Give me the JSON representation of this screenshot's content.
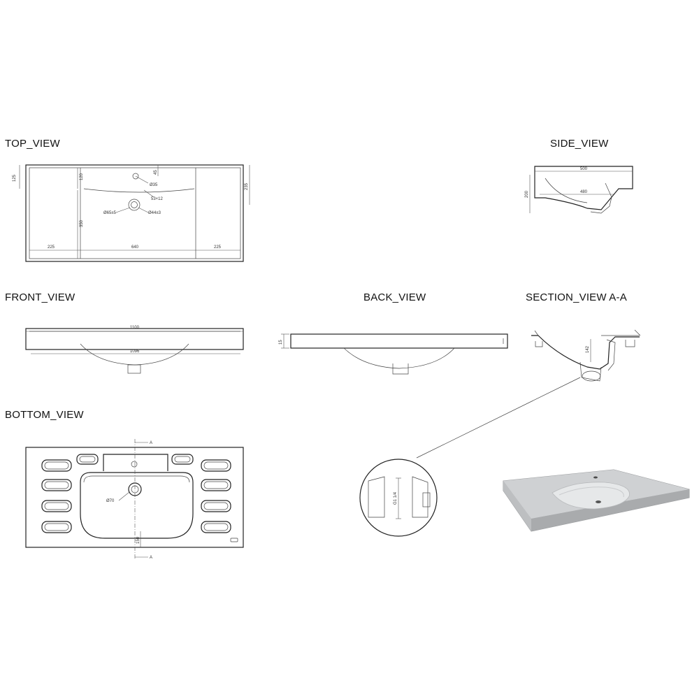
{
  "views": {
    "top": {
      "title": "TOP_VIEW",
      "dims": {
        "d125": "125",
        "d120": "120",
        "d45": "45",
        "d235": "235",
        "d350": "350",
        "tap_hole": "Ø35",
        "overflow": "53×12",
        "drain_outer": "Ø65±5",
        "drain_inner": "Ø44±3",
        "left": "225",
        "center": "640",
        "right": "225"
      }
    },
    "side": {
      "title": "SIDE_VIEW",
      "dims": {
        "width": "500",
        "inner": "480",
        "height": "200"
      }
    },
    "front": {
      "title": "FRONT_VIEW",
      "dims": {
        "overall": "1100",
        "inner": "1096"
      }
    },
    "back": {
      "title": "BACK_VIEW",
      "dims": {
        "thickness": "15"
      }
    },
    "section": {
      "title": "SECTION_VIEW A-A",
      "dims": {
        "depth": "142"
      }
    },
    "bottom": {
      "title": "BOTTOM_VIEW",
      "dims": {
        "drain": "Ø70",
        "rear": "150",
        "cut_a": "A"
      }
    },
    "detail": {
      "dims": {
        "thread": "G1 1/4"
      }
    }
  }
}
